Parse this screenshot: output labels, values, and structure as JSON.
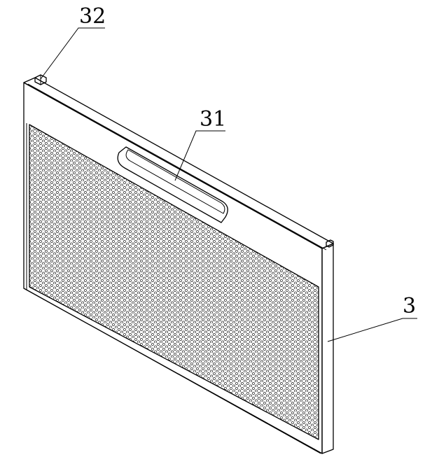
{
  "labels": {
    "part_32": "32",
    "part_31": "31",
    "part_3": "3"
  },
  "colors": {
    "line": "#000000",
    "background": "#ffffff"
  }
}
